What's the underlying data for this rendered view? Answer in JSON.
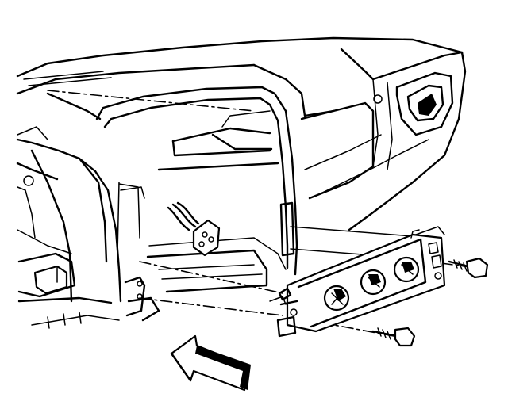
{
  "figure": {
    "subject": "hvac-control-module-installation",
    "colors": {
      "ink": "#000000",
      "paper": "#ffffff"
    },
    "parts": [
      {
        "id": "instrument-panel",
        "icon": "dashboard-outline"
      },
      {
        "id": "control-module",
        "icon": "hvac-control-head",
        "knobs": 3
      },
      {
        "id": "wiring-connector",
        "icon": "electrical-connector"
      },
      {
        "id": "upper-screw",
        "icon": "screw-icon"
      },
      {
        "id": "lower-screw",
        "icon": "screw-icon"
      },
      {
        "id": "install-arrow",
        "icon": "direction-arrow"
      }
    ]
  }
}
